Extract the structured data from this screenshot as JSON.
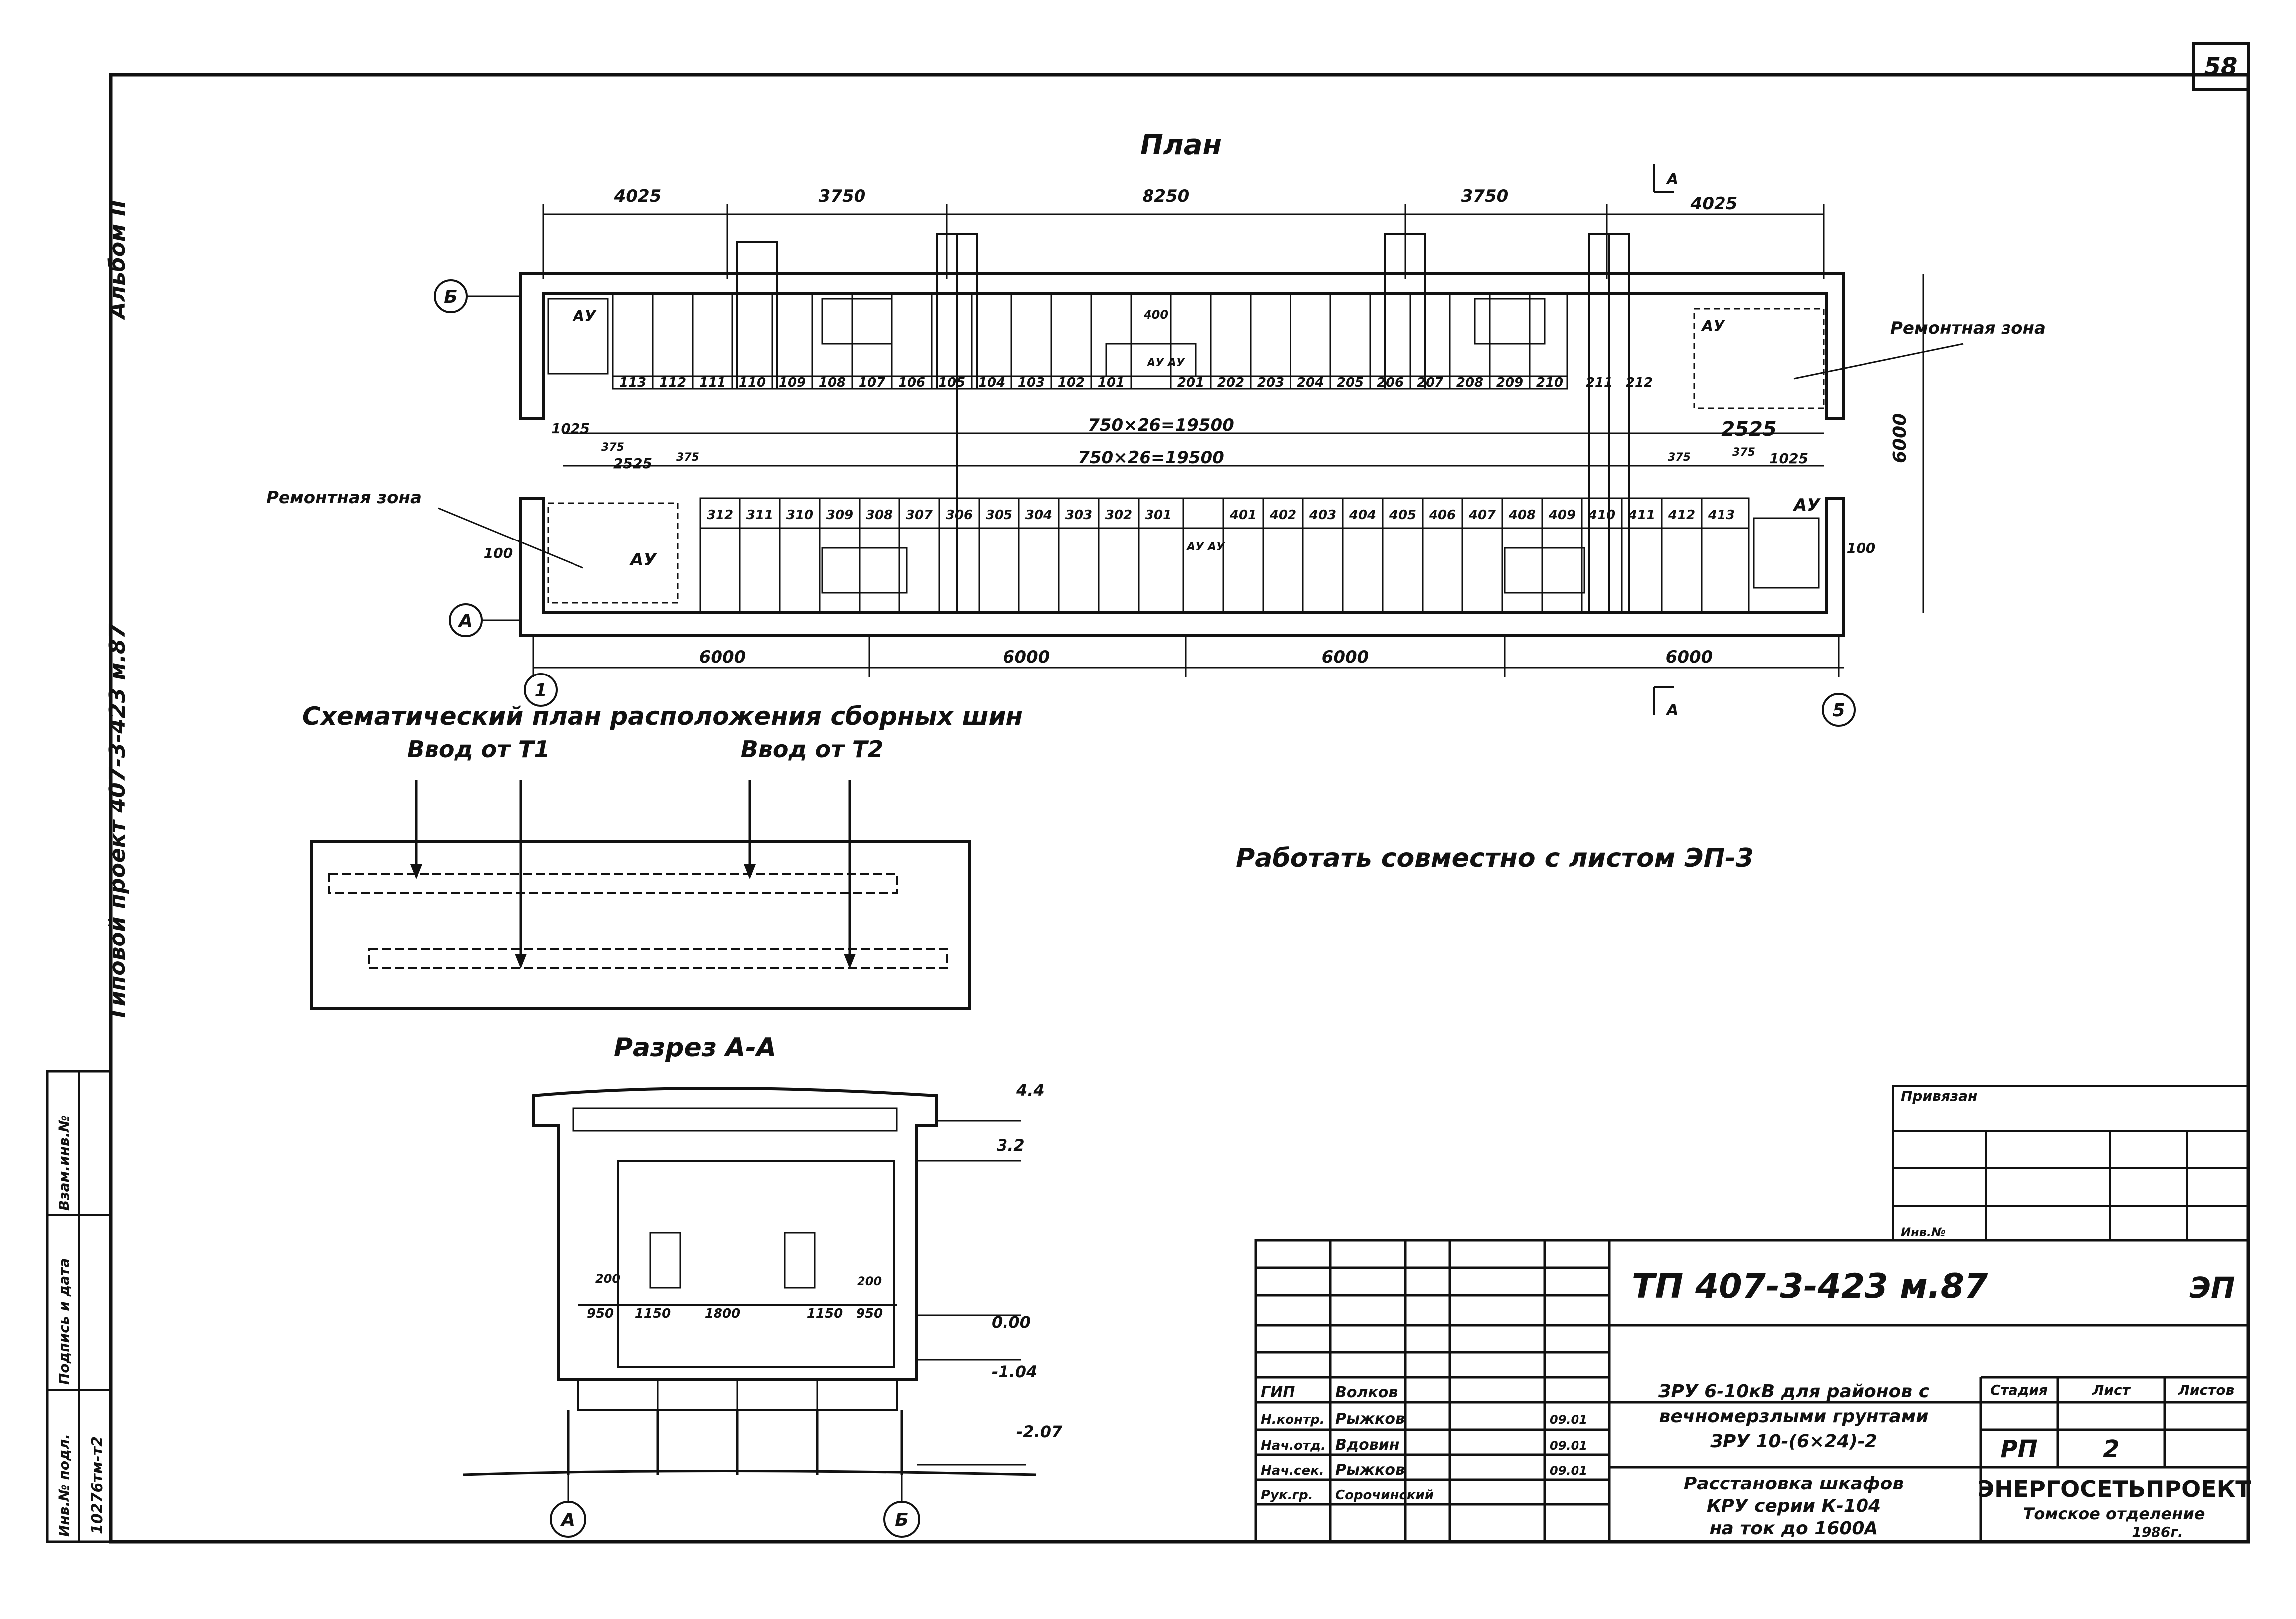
{
  "sheet_number": "58",
  "plan": {
    "title": "План",
    "top_dims": [
      "4025",
      "3750",
      "8250",
      "3750",
      "4025"
    ],
    "bottom_dims": [
      "6000",
      "6000",
      "6000",
      "6000"
    ],
    "top_row_cells": [
      "113",
      "112",
      "111",
      "110",
      "109",
      "108",
      "107",
      "106",
      "105",
      "104",
      "103",
      "102",
      "101",
      "201",
      "202",
      "203",
      "204",
      "205",
      "206",
      "207",
      "208",
      "209",
      "210",
      "211",
      "212"
    ],
    "bottom_row_cells": [
      "312",
      "311",
      "310",
      "309",
      "308",
      "307",
      "306",
      "305",
      "304",
      "303",
      "302",
      "301",
      "401",
      "402",
      "403",
      "404",
      "405",
      "406",
      "407",
      "408",
      "409",
      "410",
      "411",
      "412",
      "413"
    ],
    "top_count_dim": "750×26=19500",
    "bottom_count_dim": "750×26=19500",
    "dim_1025_left": "1025",
    "dim_375_left": "375",
    "dim_2525_left": "2525",
    "dim_375_left_b": "375",
    "dim_2525_right": "2525",
    "dim_375_right": "375",
    "dim_375_right_b": "375",
    "dim_1025_right": "1025",
    "dim_6000_vertical": "6000",
    "dim_100_left": "100",
    "dim_100_right": "100",
    "dim_400": "400",
    "au_label": "АУ",
    "auau_label": "АУ АУ",
    "repair_zone": "Ремонтная зона",
    "axis_b": "Б",
    "axis_a": "А",
    "axis_1": "1",
    "axis_5": "5",
    "section_mark": "А"
  },
  "busbar": {
    "title": "Схематический план расположения сборных шин",
    "input_t1": "Ввод от Т1",
    "input_t2": "Ввод от Т2"
  },
  "note": "Работать совместно с листом ЭП-3",
  "section": {
    "title": "Разрез А-А",
    "levels": [
      "4.4",
      "3.2",
      "0.00",
      "-1.04",
      "-2.07"
    ],
    "widths": [
      "950",
      "1150",
      "1800",
      "1150",
      "950"
    ],
    "dim_200_l": "200",
    "dim_200_r": "200",
    "axis_a": "А",
    "axis_b": "Б"
  },
  "left_margin": {
    "album": "Альбом II",
    "project": "Типовой проект 407-3-423 м.87",
    "inv_no": "10276тм-т2",
    "col_labels": [
      "Взам.инв.№",
      "Подпись и дата",
      "Инв.№ подл."
    ]
  },
  "privyazan": {
    "label": "Привязан",
    "inv": "Инв.№"
  },
  "title_block": {
    "code": "ТП 407-3-423 м.87",
    "mark": "ЭП",
    "roles": [
      {
        "role": "ГИП",
        "name": "Волков",
        "date": ""
      },
      {
        "role": "Н.контр.",
        "name": "Рыжков",
        "date": "09.01"
      },
      {
        "role": "Нач.отд.",
        "name": "Вдовин",
        "date": "09.01"
      },
      {
        "role": "Нач.сек.",
        "name": "Рыжков",
        "date": "09.01"
      },
      {
        "role": "Рук.гр.",
        "name": "Сорочинский",
        "date": ""
      }
    ],
    "object_line1": "ЗРУ 6-10кВ для районов с",
    "object_line2": "вечномерзлыми грунтами",
    "object_line3": "ЗРУ 10-(6×24)-2",
    "drawing_line1": "Расстановка шкафов",
    "drawing_line2": "КРУ серии К-104",
    "drawing_line3": "на ток до 1600А",
    "stage_label": "Стадия",
    "sheet_label": "Лист",
    "sheets_label": "Листов",
    "stage": "РП",
    "sheet": "2",
    "org": "ЭНЕРГОСЕТЬПРОЕКТ",
    "branch": "Томское отделение",
    "year": "1986г."
  }
}
